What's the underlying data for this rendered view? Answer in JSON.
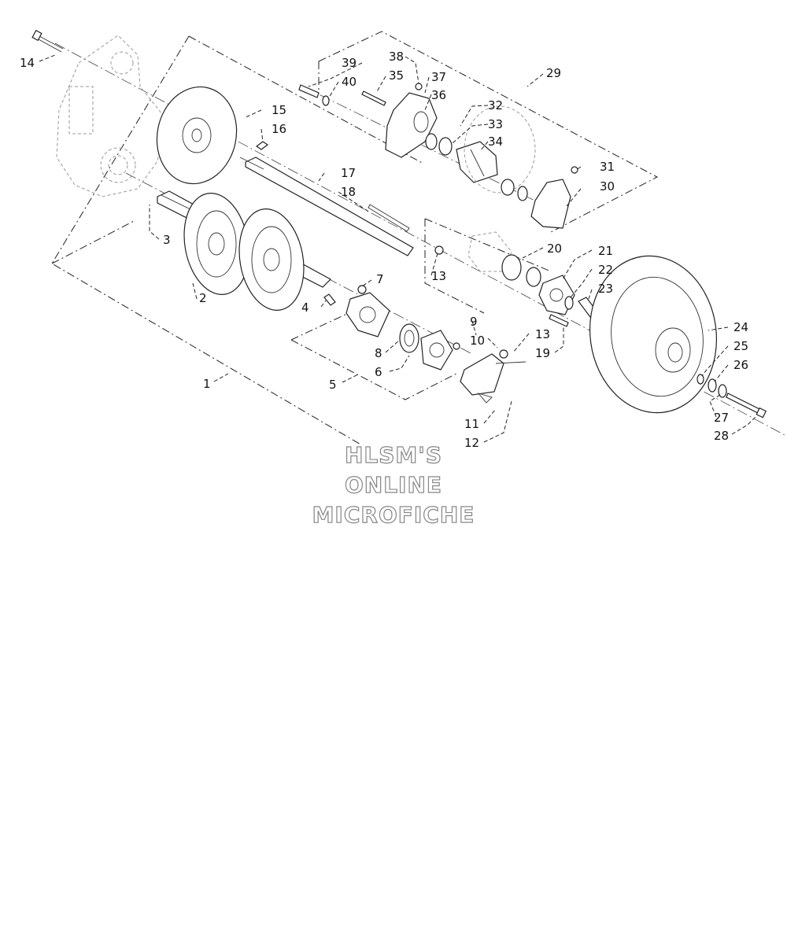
{
  "watermark": {
    "line1": "HLSM'S",
    "line2": "ONLINE",
    "line3": "MICROFICHE"
  },
  "callouts": [
    {
      "id": "c14",
      "text": "14"
    },
    {
      "id": "c15",
      "text": "15"
    },
    {
      "id": "c16",
      "text": "16"
    },
    {
      "id": "c3",
      "text": "3"
    },
    {
      "id": "c17",
      "text": "17"
    },
    {
      "id": "c18",
      "text": "18"
    },
    {
      "id": "c2",
      "text": "2"
    },
    {
      "id": "c4",
      "text": "4"
    },
    {
      "id": "c7",
      "text": "7"
    },
    {
      "id": "c1",
      "text": "1"
    },
    {
      "id": "c5",
      "text": "5"
    },
    {
      "id": "c8",
      "text": "8"
    },
    {
      "id": "c6",
      "text": "6"
    },
    {
      "id": "c9",
      "text": "9"
    },
    {
      "id": "c10",
      "text": "10"
    },
    {
      "id": "c13a",
      "text": "13"
    },
    {
      "id": "c13b",
      "text": "13"
    },
    {
      "id": "c19",
      "text": "19"
    },
    {
      "id": "c11",
      "text": "11"
    },
    {
      "id": "c12",
      "text": "12"
    },
    {
      "id": "c20",
      "text": "20"
    },
    {
      "id": "c21",
      "text": "21"
    },
    {
      "id": "c22",
      "text": "22"
    },
    {
      "id": "c23",
      "text": "23"
    },
    {
      "id": "c24",
      "text": "24"
    },
    {
      "id": "c25",
      "text": "25"
    },
    {
      "id": "c26",
      "text": "26"
    },
    {
      "id": "c27",
      "text": "27"
    },
    {
      "id": "c28",
      "text": "28"
    },
    {
      "id": "c29",
      "text": "29"
    },
    {
      "id": "c30",
      "text": "30"
    },
    {
      "id": "c31",
      "text": "31"
    },
    {
      "id": "c32",
      "text": "32"
    },
    {
      "id": "c33",
      "text": "33"
    },
    {
      "id": "c34",
      "text": "34"
    },
    {
      "id": "c35",
      "text": "35"
    },
    {
      "id": "c36",
      "text": "36"
    },
    {
      "id": "c37",
      "text": "37"
    },
    {
      "id": "c38",
      "text": "38"
    },
    {
      "id": "c39",
      "text": "39"
    },
    {
      "id": "c40",
      "text": "40"
    }
  ]
}
